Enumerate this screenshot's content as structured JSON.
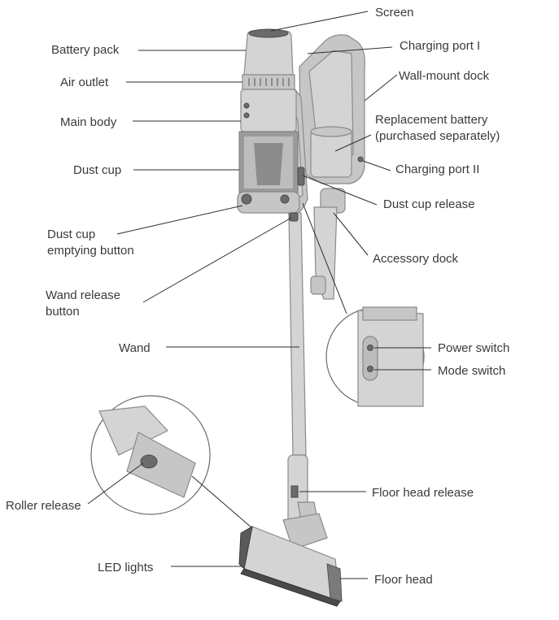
{
  "labels": {
    "screen": "Screen",
    "battery_pack": "Battery pack",
    "charging_port_1": "Charging port I",
    "air_outlet": "Air outlet",
    "wall_mount_dock": "Wall-mount dock",
    "main_body": "Main body",
    "replacement_battery_1": "Replacement battery",
    "replacement_battery_2": "(purchased separately)",
    "dust_cup": "Dust cup",
    "charging_port_2": "Charging port II",
    "dust_cup_release": "Dust cup release",
    "dust_cup_emptying_1": "Dust cup",
    "dust_cup_emptying_2": "emptying button",
    "accessory_dock": "Accessory dock",
    "wand_release_1": "Wand release",
    "wand_release_2": "button",
    "wand": "Wand",
    "power_switch": "Power switch",
    "mode_switch": "Mode switch",
    "roller_release": "Roller release",
    "floor_head_release": "Floor head release",
    "led_lights": "LED lights",
    "floor_head": "Floor head"
  }
}
